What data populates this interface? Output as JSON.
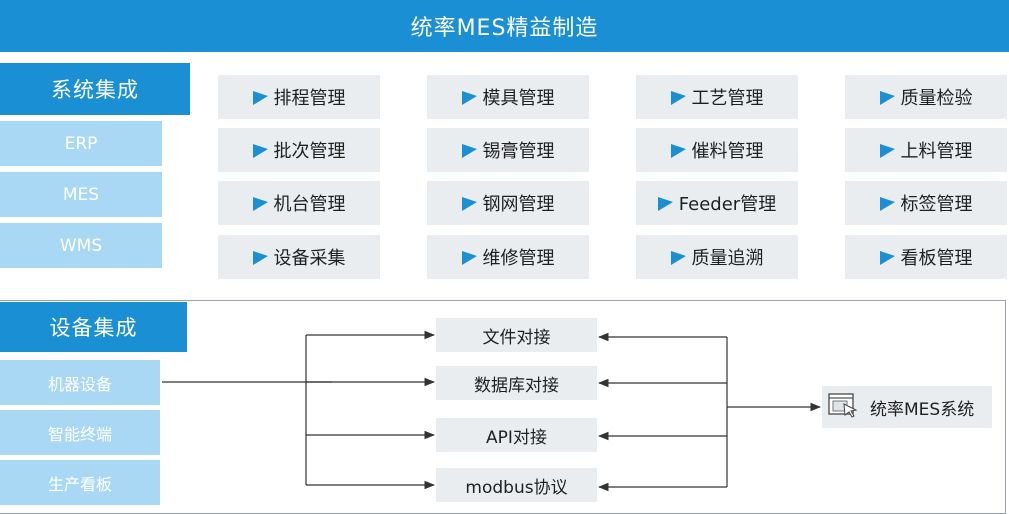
{
  "header": {
    "title": "统率MES精益制造"
  },
  "system_integration": {
    "title": "系统集成",
    "items": [
      "ERP",
      "MES",
      "WMS"
    ]
  },
  "modules": [
    [
      "排程管理",
      "模具管理",
      "工艺管理",
      "质量检验"
    ],
    [
      "批次管理",
      "锡膏管理",
      "催料管理",
      "上料管理"
    ],
    [
      "机台管理",
      "钢网管理",
      "Feeder管理",
      "标签管理"
    ],
    [
      "设备采集",
      "维修管理",
      "质量追溯",
      "看板管理"
    ]
  ],
  "device_integration": {
    "title": "设备集成",
    "items": [
      "机器设备",
      "智能终端",
      "生产看板"
    ]
  },
  "interfaces": [
    "文件对接",
    "数据库对接",
    "API对接",
    "modbus协议"
  ],
  "target_system": {
    "label": "统率MES系统",
    "icon": "window-icon"
  },
  "colors": {
    "primary": "#1a8fd4",
    "light": "#a9d8f4",
    "box": "#eaedf0",
    "line": "#333333"
  }
}
